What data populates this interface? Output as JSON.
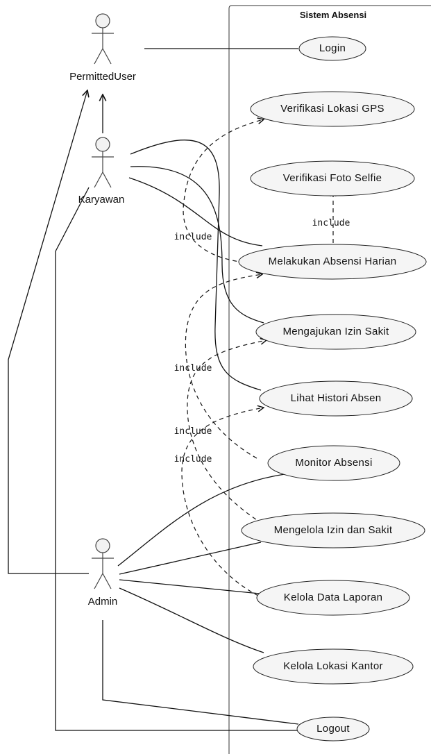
{
  "system": {
    "title": "Sistem Absensi"
  },
  "actors": {
    "permitted_user": "PermittedUser",
    "karyawan": "Karyawan",
    "admin": "Admin"
  },
  "use_cases": {
    "login": "Login",
    "verifikasi_gps": "Verifikasi Lokasi GPS",
    "verifikasi_selfie": "Verifikasi Foto Selfie",
    "absensi_harian": "Melakukan Absensi Harian",
    "izin_sakit": "Mengajukan Izin Sakit",
    "histori_absen": "Lihat Histori Absen",
    "monitor_absensi": "Monitor Absensi",
    "kelola_izin": "Mengelola Izin dan Sakit",
    "kelola_laporan": "Kelola Data Laporan",
    "kelola_lokasi": "Kelola Lokasi Kantor",
    "logout": "Logout"
  },
  "relations": {
    "include_selfie": "include",
    "include_gps": "include",
    "include_izin": "include",
    "include_histori": "include",
    "include_laporan": "include"
  }
}
